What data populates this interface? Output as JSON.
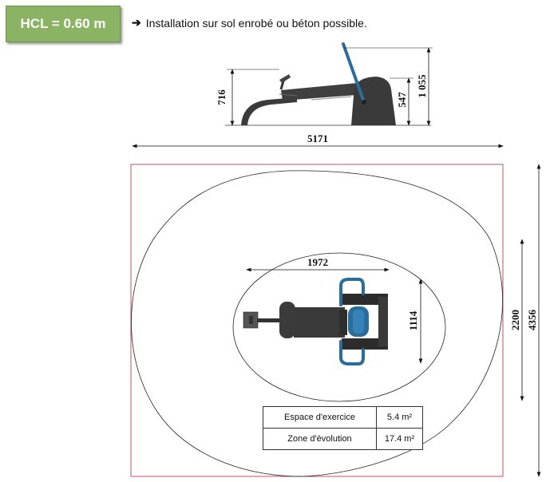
{
  "hcl_badge": {
    "label": "HCL = 0.60 m",
    "color": "#8ab464"
  },
  "install_note": {
    "icon": "arrow-right-icon",
    "text": "Installation sur sol enrobé ou béton possible."
  },
  "side_view": {
    "dim_total_height": "1 055",
    "dim_seat_height": "547",
    "dim_handle_height": "716",
    "dim_length": "5171"
  },
  "top_view": {
    "dim_equipment_length": "1972",
    "dim_equipment_width": "1114",
    "dim_zone_width": "2200",
    "dim_zone_length": "4356",
    "zone_border_color": "#c0506a",
    "seat_color": "#2a6d9a"
  },
  "area_table": {
    "rows": [
      {
        "label": "Espace d'exercice",
        "value": "5.4 m²"
      },
      {
        "label": "Zone d'évolution",
        "value": "17.4 m²"
      }
    ]
  }
}
